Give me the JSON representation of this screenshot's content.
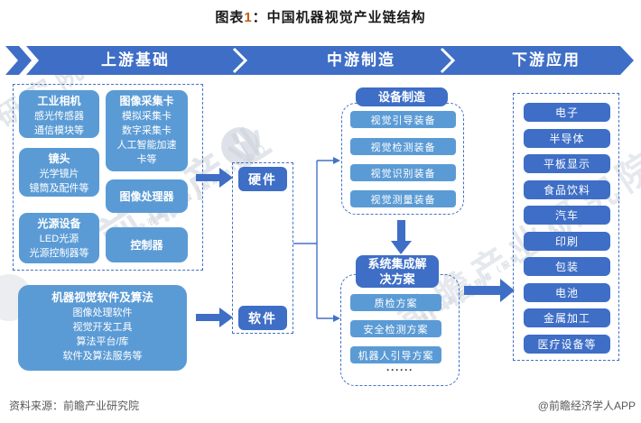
{
  "title": {
    "prefix": "图表",
    "number": "1",
    "rest": "：中国机器视觉产业链结构"
  },
  "ribbon": {
    "segments": [
      "上游基础",
      "中游制造",
      "下游应用"
    ]
  },
  "upstream": {
    "components": [
      {
        "title": "工业相机",
        "lines": [
          "感光传感器",
          "通信模块等"
        ]
      },
      {
        "title": "图像采集卡",
        "lines": [
          "模拟采集卡",
          "数字采集卡",
          "人工智能加速卡等"
        ]
      },
      {
        "title": "镜头",
        "lines": [
          "光学镜片",
          "镜筒及配件等"
        ]
      },
      {
        "title": "图像处理器",
        "lines": []
      },
      {
        "title": "光源设备",
        "lines": [
          "LED光源",
          "光源控制器等"
        ]
      },
      {
        "title": "控制器",
        "lines": []
      }
    ],
    "software": {
      "title": "机器视觉软件及算法",
      "lines": [
        "图像处理软件",
        "视觉开发工具",
        "算法平台/库",
        "软件及算法服务等"
      ]
    }
  },
  "midstream": {
    "hardware_label": "硬件",
    "software_label": "软件",
    "equipment": {
      "header": "设备制造",
      "items": [
        "视觉引导装备",
        "视觉检测装备",
        "视觉识别装备",
        "视觉测量装备"
      ]
    },
    "integration": {
      "header": "系统集成解决方案",
      "items": [
        "质检方案",
        "安全检测方案",
        "机器人引导方案"
      ],
      "ellipsis": "······"
    }
  },
  "downstream": {
    "items": [
      "电子",
      "半导体",
      "平板显示",
      "食品饮料",
      "汽车",
      "印刷",
      "包装",
      "电池",
      "金属加工",
      "医疗设备等"
    ]
  },
  "footer": {
    "source": "资料来源：前瞻产业研究院",
    "credit": "@前瞻经济学人APP"
  },
  "watermarks": {
    "big_left": "前瞻产业",
    "big_right": "前瞻产业研究院",
    "corner": "研究院",
    "tagline": "中国产业咨询领导者（股票·839599）"
  },
  "colors": {
    "primary_blue": "#3E6EC6",
    "light_blue": "#5B9BD5",
    "number_accent": "#C55A11"
  }
}
